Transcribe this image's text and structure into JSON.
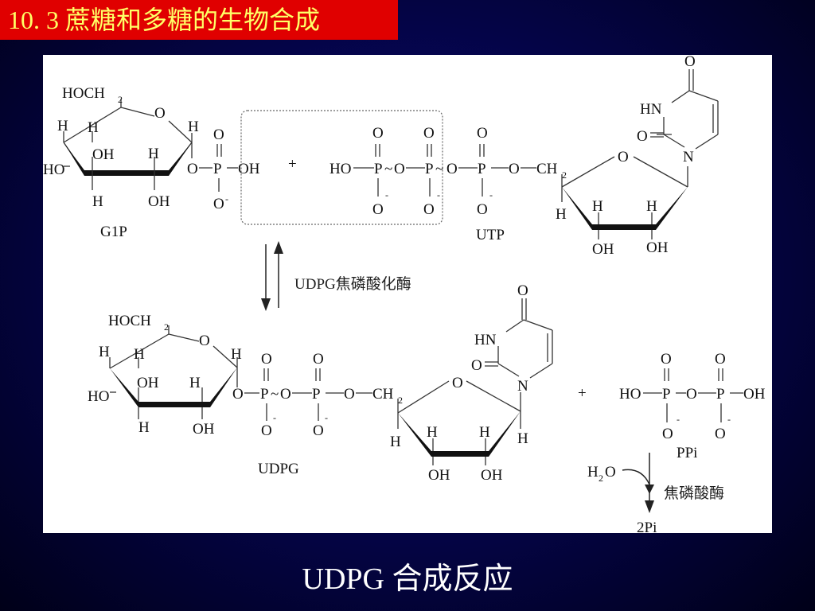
{
  "slide": {
    "title": "10. 3 蔗糖和多糖的生物合成",
    "caption": "UDPG 合成反应"
  },
  "diagram": {
    "molecules": {
      "g1p": "G1P",
      "utp": "UTP",
      "udpg": "UDPG",
      "ppi": "PPi",
      "pi2": "2Pi"
    },
    "enzymes": {
      "udpg_pyrophosphorylase": "UDPG焦磷酸化酶",
      "pyrophosphatase": "焦磷酸酶"
    },
    "water_H": "H",
    "water_sub": "2",
    "water_O": "O",
    "plus": "+",
    "atoms": {
      "O": "O",
      "H": "H",
      "N": "N",
      "P": "P",
      "OH": "OH",
      "HO": "HO",
      "HN": "HN",
      "HOCH": "HOCH",
      "CH": "CH",
      "sub2": "2",
      "minus": "-",
      "tilde": "~"
    }
  }
}
